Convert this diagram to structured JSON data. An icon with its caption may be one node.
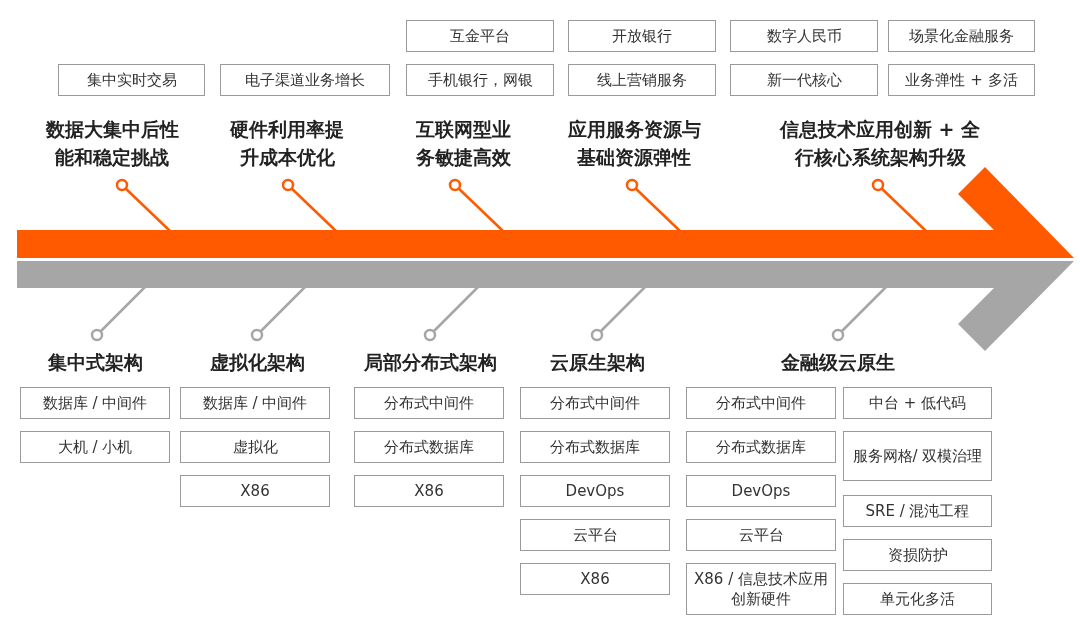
{
  "diagram": {
    "nodes": [
      {
        "text": [
          "互金平台"
        ]
      },
      {
        "text": [
          "开放银行"
        ]
      },
      {
        "text": [
          "数字人民币"
        ]
      },
      {
        "text": [
          "场景化金融服务"
        ]
      },
      {
        "text": [
          "集中实时交易"
        ]
      },
      {
        "text": [
          "电子渠道业务增长"
        ]
      },
      {
        "text": [
          "手机银行，网银"
        ]
      },
      {
        "text": [
          "线上营销服务"
        ]
      },
      {
        "text": [
          "新一代核心"
        ]
      },
      {
        "text": [
          "业务弹性 + 多活"
        ]
      },
      {
        "text": [
          "数据大集中后性能和稳定挑战"
        ]
      },
      {
        "text": [
          "硬件利用率提升成本优化"
        ]
      },
      {
        "text": [
          "互联网型业务敏捷高效"
        ]
      },
      {
        "text": [
          "应用服务资源与基础资源弹性"
        ]
      },
      {
        "text": [
          "信息技术应用创新 + 全行核心系统架构升级"
        ]
      },
      {
        "text": [],
        "shape": "arrow"
      },
      {
        "text": [
          "集中式架构"
        ]
      },
      {
        "text": [
          "虚拟化架构"
        ]
      },
      {
        "text": [
          "局部分布式架构"
        ]
      },
      {
        "text": [
          "云原生架构"
        ]
      },
      {
        "text": [
          "金融级云原生"
        ]
      },
      {
        "text": [
          "数据库 / 中间件"
        ]
      },
      {
        "text": [
          "数据库 / 中间件"
        ]
      },
      {
        "text": [
          "分布式中间件"
        ]
      },
      {
        "text": [
          "分布式中间件"
        ]
      },
      {
        "text": [
          "分布式中间件"
        ]
      },
      {
        "text": [
          "中台 + 低代码"
        ]
      },
      {
        "text": [
          "大机 / 小机"
        ]
      },
      {
        "text": [
          "虚拟化"
        ]
      },
      {
        "text": [
          "分布式数据库"
        ]
      },
      {
        "text": [
          "分布式数据库"
        ]
      },
      {
        "text": [
          "分布式数据库"
        ]
      },
      {
        "text": [
          "服务网格/ 双模治理"
        ]
      },
      {
        "text": [
          "X86"
        ]
      },
      {
        "text": [
          "X86"
        ]
      },
      {
        "text": [
          "DevOps"
        ]
      },
      {
        "text": [
          "DevOps"
        ]
      },
      {
        "text": [
          "SRE / 混沌工程"
        ]
      },
      {
        "text": [
          "云平台"
        ]
      },
      {
        "text": [
          "云平台"
        ]
      },
      {
        "text": [
          "资损防护"
        ]
      },
      {
        "text": [
          "X86"
        ]
      },
      {
        "text": [
          "X86 / 信息技术应用创新硬件"
        ]
      },
      {
        "text": [
          "单元化多活"
        ]
      }
    ],
    "edges": [
      {
        "from": 10,
        "to": 15,
        "arrow": "other",
        "color": "#ff5a00"
      },
      {
        "from": 11,
        "to": 15,
        "arrow": "other",
        "color": "#ff5a00"
      },
      {
        "from": 12,
        "to": 15,
        "arrow": "other",
        "color": "#ff5a00"
      },
      {
        "from": 13,
        "to": 15,
        "arrow": "other",
        "color": "#ff5a00"
      },
      {
        "from": 14,
        "to": 15,
        "arrow": "other",
        "color": "#ff5a00"
      },
      {
        "from": 16,
        "to": 15,
        "arrow": "other",
        "color": "#a6a6a6"
      },
      {
        "from": 17,
        "to": 15,
        "arrow": "other",
        "color": "#a6a6a6"
      },
      {
        "from": 18,
        "to": 15,
        "arrow": "other",
        "color": "#a6a6a6"
      },
      {
        "from": 19,
        "to": 15,
        "arrow": "other",
        "color": "#a6a6a6"
      },
      {
        "from": 20,
        "to": 15,
        "arrow": "other",
        "color": "#a6a6a6"
      }
    ]
  }
}
